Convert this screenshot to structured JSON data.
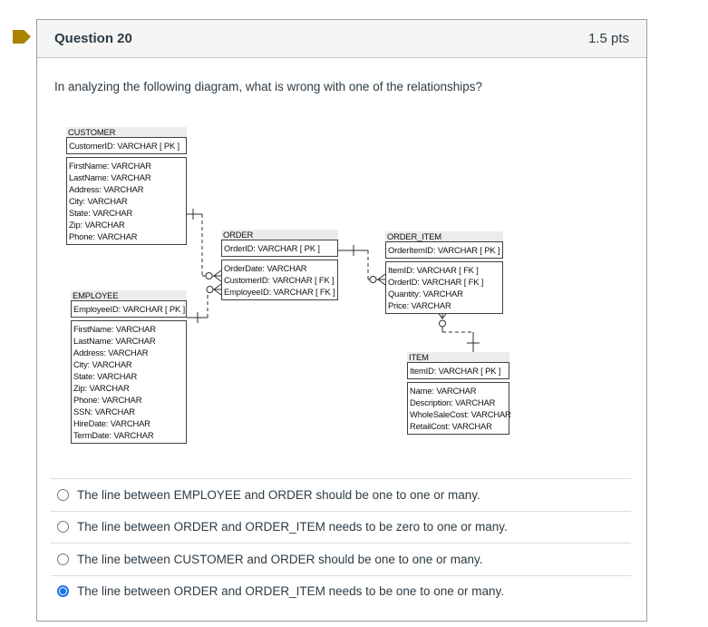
{
  "header": {
    "title": "Question 20",
    "points": "1.5 pts"
  },
  "question": {
    "prompt": "In analyzing the following diagram, what is wrong with one of the relationships?"
  },
  "diagram": {
    "tables": [
      {
        "name": "CUSTOMER",
        "pk": "CustomerID: VARCHAR [ PK ]",
        "fields": [
          "FirstName: VARCHAR",
          "LastName: VARCHAR",
          "Address: VARCHAR",
          "City: VARCHAR",
          "State: VARCHAR",
          "Zip: VARCHAR",
          "Phone: VARCHAR"
        ]
      },
      {
        "name": "EMPLOYEE",
        "pk": "EmployeeID: VARCHAR [ PK ]",
        "fields": [
          "FirstName: VARCHAR",
          "LastName: VARCHAR",
          "Address: VARCHAR",
          "City: VARCHAR",
          "State: VARCHAR",
          "Zip: VARCHAR",
          "Phone: VARCHAR",
          "SSN: VARCHAR",
          "HireDate: VARCHAR",
          "TermDate: VARCHAR"
        ]
      },
      {
        "name": "ORDER",
        "pk": "OrderID: VARCHAR [ PK ]",
        "fields": [
          "OrderDate: VARCHAR",
          "CustomerID: VARCHAR [ FK ]",
          "EmployeeID: VARCHAR [ FK ]"
        ]
      },
      {
        "name": "ORDER_ITEM",
        "pk": "OrderItemID: VARCHAR [ PK ]",
        "fields": [
          "ItemID: VARCHAR [ FK ]",
          "OrderID: VARCHAR [ FK ]",
          "Quantity: VARCHAR",
          "Price: VARCHAR"
        ]
      },
      {
        "name": "ITEM",
        "pk": "ItemID: VARCHAR [ PK ]",
        "fields": [
          "Name: VARCHAR",
          "Description: VARCHAR",
          "WholeSaleCost: VARCHAR",
          "RetailCost: VARCHAR"
        ]
      }
    ],
    "relationships": [
      {
        "from": "CUSTOMER",
        "from_cardinality": "one",
        "to": "ORDER",
        "to_cardinality": "zero-or-many"
      },
      {
        "from": "EMPLOYEE",
        "from_cardinality": "one",
        "to": "ORDER",
        "to_cardinality": "zero-or-many"
      },
      {
        "from": "ORDER",
        "from_cardinality": "one",
        "to": "ORDER_ITEM",
        "to_cardinality": "zero-or-many"
      },
      {
        "from": "ITEM",
        "from_cardinality": "one",
        "to": "ORDER_ITEM",
        "to_cardinality": "zero-or-many"
      }
    ]
  },
  "options": [
    {
      "label": "The line between EMPLOYEE and ORDER should be one to one or many.",
      "selected": false
    },
    {
      "label": "The line between ORDER and ORDER_ITEM needs to be zero to one or many.",
      "selected": false
    },
    {
      "label": "The line between CUSTOMER and ORDER should be one to one or many.",
      "selected": false
    },
    {
      "label": "The line between ORDER and ORDER_ITEM needs to be one to one or many.",
      "selected": true
    }
  ],
  "icons": {
    "flag": "bookmark-flag-icon"
  },
  "colors": {
    "accent": "#1a73e8",
    "flag": "#a98302",
    "header_bg": "#f5f5f5",
    "panel_border": "#9e9e9e",
    "text": "#2d3b45",
    "table_title_bg": "#ececec"
  }
}
